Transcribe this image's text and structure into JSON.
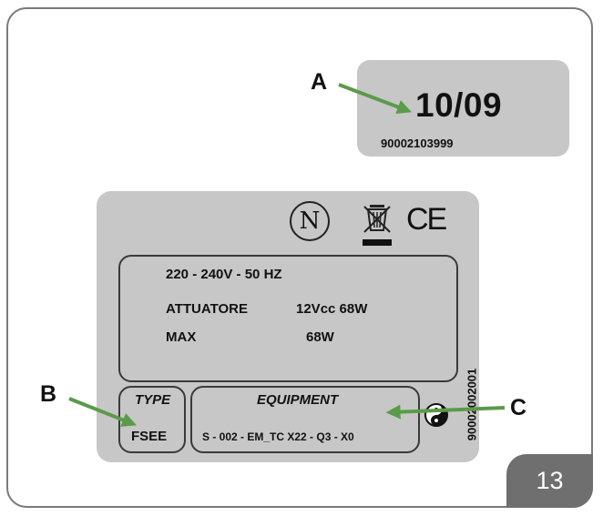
{
  "date_label": {
    "code": "10/09",
    "serial": "90002103999"
  },
  "callouts": {
    "a": "A",
    "b": "B",
    "c": "C"
  },
  "plate": {
    "marks": {
      "n_symbol": "N",
      "ce": "CE",
      "icons": [
        "crossed-bin-icon",
        "yin-yang-icon"
      ]
    },
    "specs": {
      "voltage": "220 - 240V - 50 HZ",
      "actuator_label": "ATTUATORE",
      "actuator_value": "12Vcc 68W",
      "max_label": "MAX",
      "max_value": "68W"
    },
    "type": {
      "title": "TYPE",
      "value": "FSEE"
    },
    "equipment": {
      "title": "EQUIPMENT",
      "value": "S - 002 - EM_TC X22 - Q3 - X0"
    },
    "side_code": "90002002001"
  },
  "page_number": "13",
  "colors": {
    "label_gray": "#c7c7c7",
    "arrow_green": "#5a9b4a",
    "tab_gray": "#6f6f6f"
  }
}
